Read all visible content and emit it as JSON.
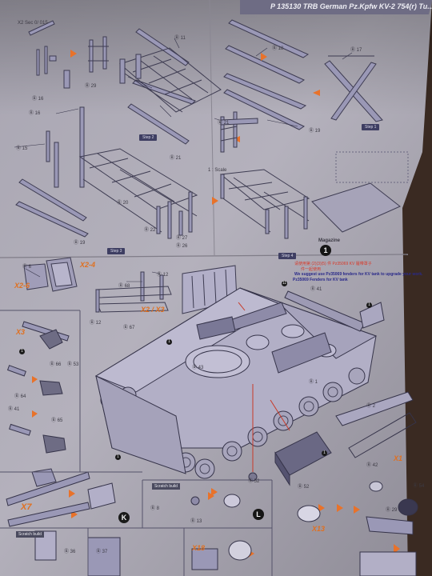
{
  "header": {
    "kit_title": "P 135130 TRB German Pz.Kpfw KV-2 754(r) Tu..."
  },
  "steps": [
    "Step 2",
    "Step 3",
    "Step 4",
    "Step 1"
  ],
  "markers": [
    "1",
    "1",
    "11",
    "1",
    "1",
    "1",
    "1",
    "K",
    "L"
  ],
  "notes": [
    "请使用第 (2)(3)(5) 件 Pz35069 KV 履带罩子",
    "件一起使用",
    "We suggest use Pz35069 fenders for KV tank to upgrade your work.",
    "Pz35069 Fenders for KV tank"
  ],
  "labels": [
    "X2 Sec 0/ 015",
    "Ⓑ 11",
    "Ⓑ 18",
    "Ⓑ 17",
    "Ⓑ 29",
    "Ⓑ 16",
    "Ⓑ 16",
    "Ⓑ 21",
    "Ⓑ 19",
    "Ⓑ 15",
    "Ⓑ 21",
    "Ⓑ 20",
    "Ⓑ 19",
    "Ⓑ 27",
    "Ⓑ 26",
    "Ⓑ 22",
    "1 : Scale",
    "Magazine",
    "Ⓑ 6",
    "X2-4",
    "X2-6",
    "Ⓑ 68",
    "Ⓑ 12",
    "Ⓑ 12",
    "Ⓑ 67",
    "X2 / X3",
    "Ⓑ 41",
    "X3",
    "Ⓑ 66",
    "Ⓑ 53",
    "Ⓑ 64",
    "Ⓑ 41",
    "Ⓑ 65",
    "Ⓑ 43",
    "Ⓑ 1",
    "Ⓑ 2",
    "Ⓑ 42",
    "Ⓑ 52",
    "Ⓑ 52",
    "X1",
    "X7",
    "Scratch build",
    "Ⓑ 8",
    "Ⓑ 13",
    "X13",
    "Ⓑ 54",
    "Ⓑ 29",
    "Scratch build",
    "Ⓑ 36",
    "Ⓑ 37",
    "X18"
  ]
}
